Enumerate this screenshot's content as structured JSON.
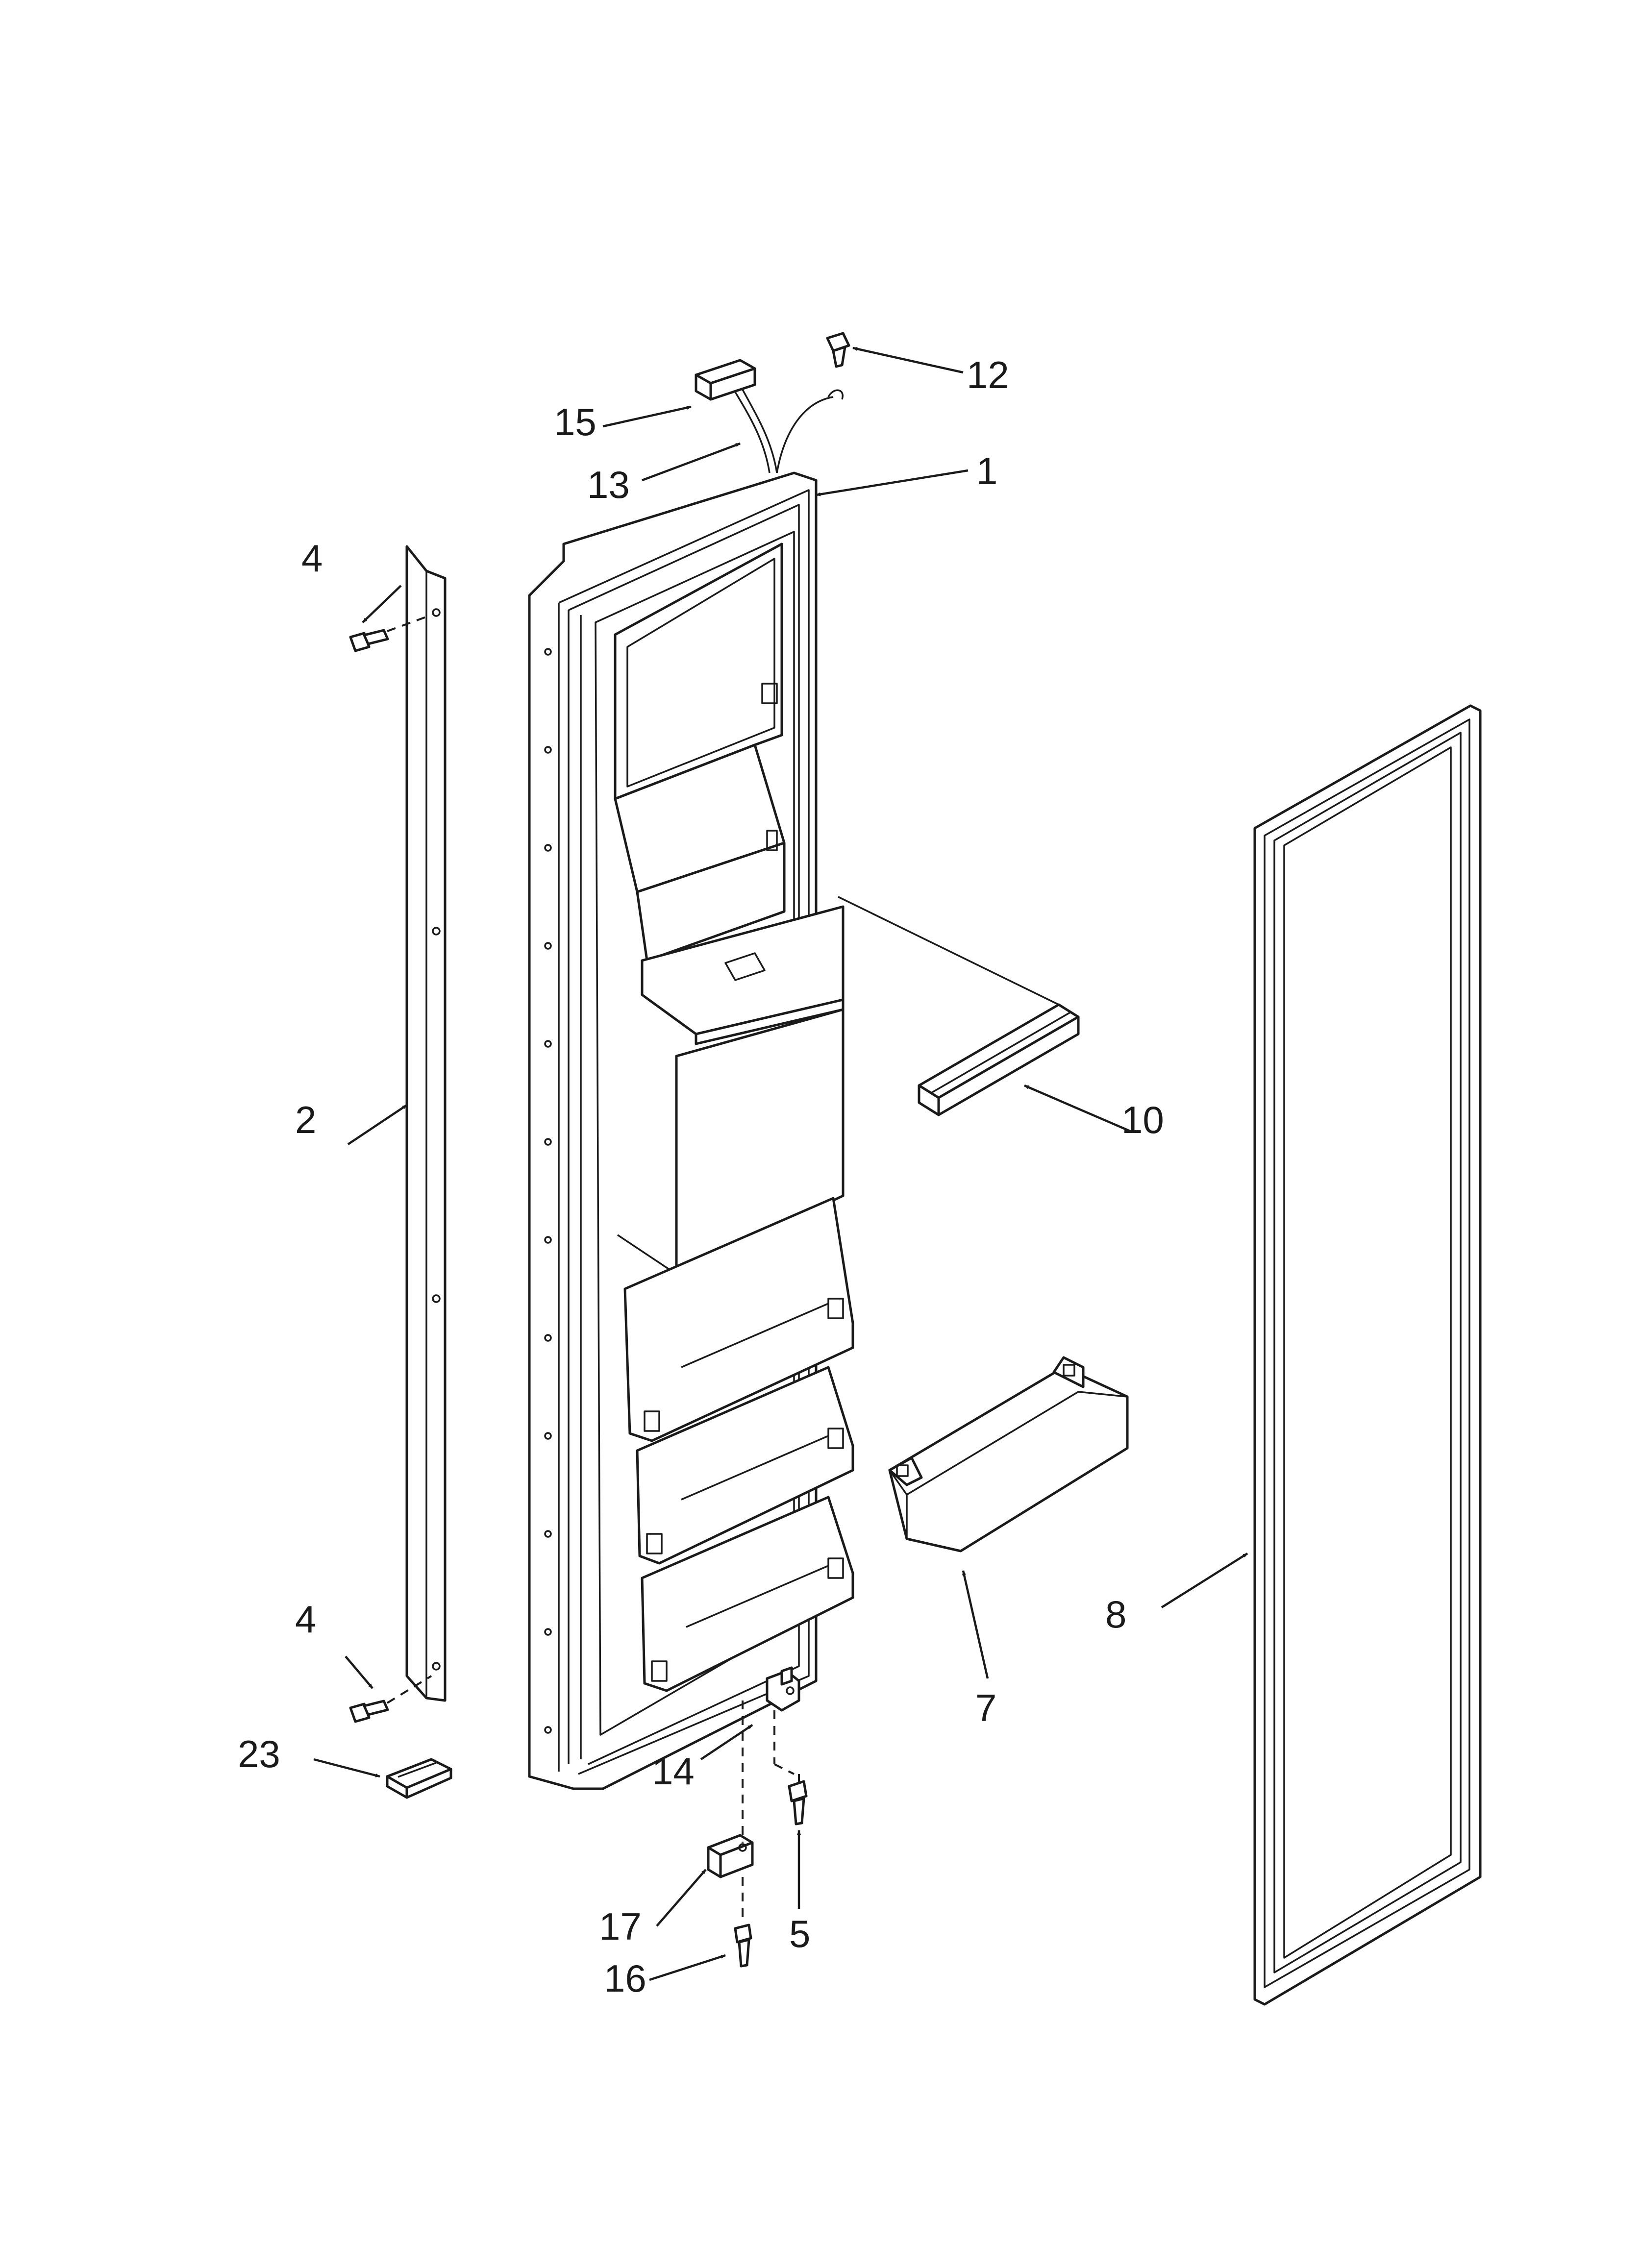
{
  "callouts": [
    {
      "id": "1",
      "text": "1"
    },
    {
      "id": "2",
      "text": "2"
    },
    {
      "id": "4a",
      "text": "4"
    },
    {
      "id": "4b",
      "text": "4"
    },
    {
      "id": "5",
      "text": "5"
    },
    {
      "id": "7",
      "text": "7"
    },
    {
      "id": "8",
      "text": "8"
    },
    {
      "id": "10",
      "text": "10"
    },
    {
      "id": "12",
      "text": "12"
    },
    {
      "id": "13",
      "text": "13"
    },
    {
      "id": "14",
      "text": "14"
    },
    {
      "id": "15",
      "text": "15"
    },
    {
      "id": "16",
      "text": "16"
    },
    {
      "id": "17",
      "text": "17"
    },
    {
      "id": "23",
      "text": "23"
    }
  ]
}
